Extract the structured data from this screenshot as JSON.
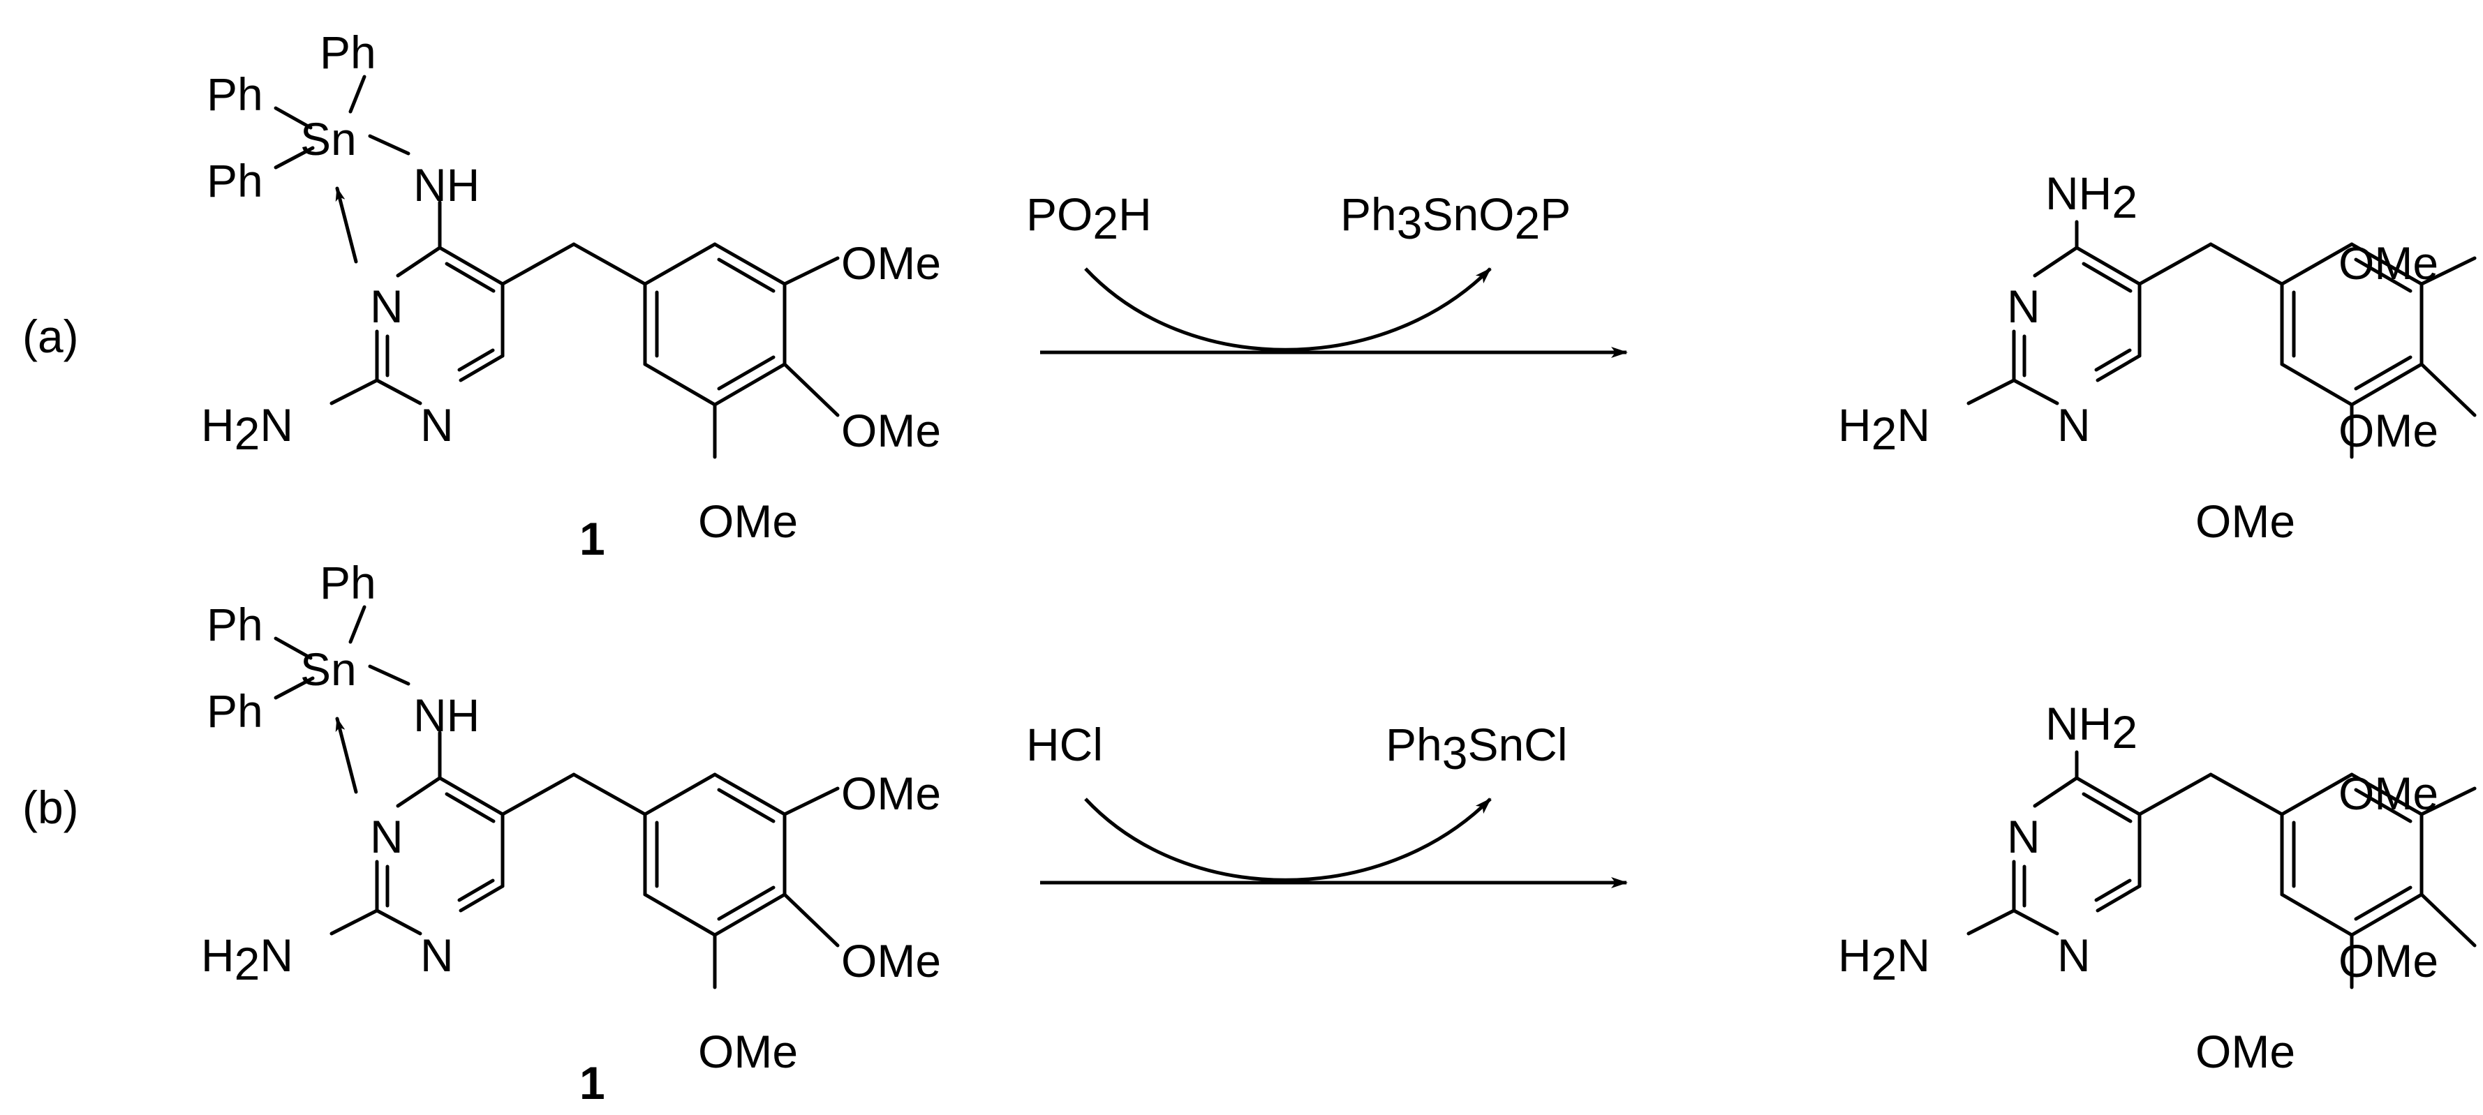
{
  "scheme": {
    "rows": [
      {
        "label": "(a)",
        "reagent": "PO2H",
        "byproduct": "Ph3SnO2P",
        "compound_number": "1"
      },
      {
        "label": "(b)",
        "reagent": "HCl",
        "byproduct": "Ph3SnCl",
        "compound_number": "1"
      }
    ],
    "atoms": {
      "ph": "Ph",
      "sn": "Sn",
      "nh": "NH",
      "n": "N",
      "h2n": "H2N",
      "nh2": "NH2",
      "ome": "OMe"
    }
  }
}
